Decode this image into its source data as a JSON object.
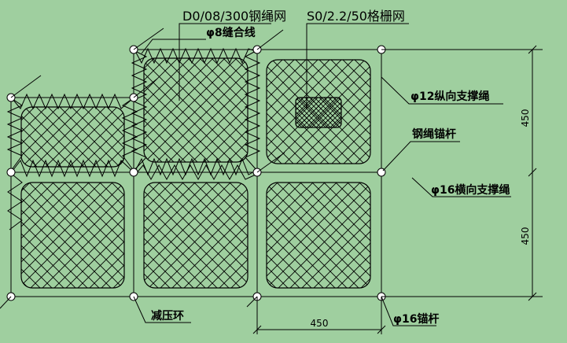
{
  "labels": {
    "rope_net": "D0/08/300钢绳网",
    "seam_line": "φ8缝合线",
    "grid_net": "S0/2.2/50格栅网",
    "longitudinal_rope": "φ12纵向支撑绳",
    "rope_anchor": "钢绳锚杆",
    "transverse_rope": "φ16横向支撑绳",
    "pressure_ring": "减压环",
    "anchor": "φ16锚杆"
  },
  "dimensions": {
    "vertical_top": "450",
    "vertical_bottom": "450",
    "horizontal": "450"
  },
  "colors": {
    "background": "#9fcf9f",
    "line": "#000000"
  }
}
